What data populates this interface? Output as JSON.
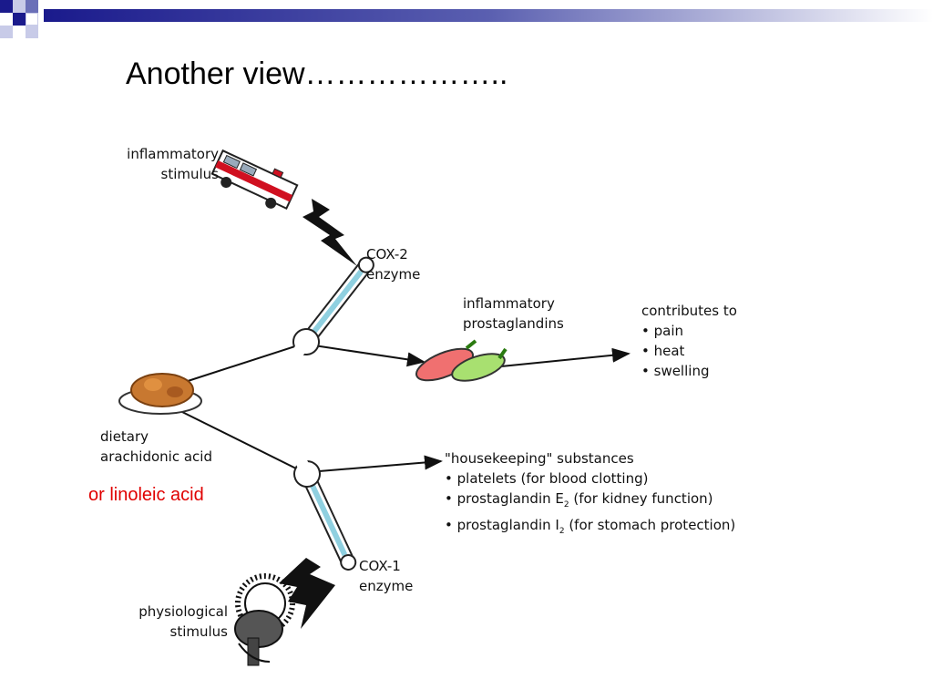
{
  "slide": {
    "title": "Another view………………..",
    "accent": "#1a1a8c"
  },
  "diagram": {
    "inflammatory_stimulus": [
      "inflammatory",
      "stimulus"
    ],
    "cox2": [
      "COX-2",
      "enzyme"
    ],
    "inflammatory_prostaglandins": [
      "inflammatory",
      "prostaglandins"
    ],
    "contributes": {
      "heading": "contributes to",
      "items": [
        "pain",
        "heat",
        "swelling"
      ]
    },
    "dietary": [
      "dietary",
      "arachidonic acid"
    ],
    "linoleic": "or linoleic acid",
    "housekeeping": {
      "heading": "\"housekeeping\" substances",
      "item1": "platelets (for blood clotting)",
      "item2_pre": "prostaglandin E",
      "item2_sub": "2",
      "item2_post": " (for kidney function)",
      "item3_pre": "prostaglandin I",
      "item3_sub": "2",
      "item3_post": " (for stomach protection)"
    },
    "cox1": [
      "COX-1",
      "enzyme"
    ],
    "physiological_stimulus": [
      "physiological",
      "stimulus"
    ],
    "colors": {
      "linoleic": "#e00000",
      "pepper_red": "#f07070",
      "pepper_green": "#a8e070",
      "food": "#c87830"
    }
  }
}
